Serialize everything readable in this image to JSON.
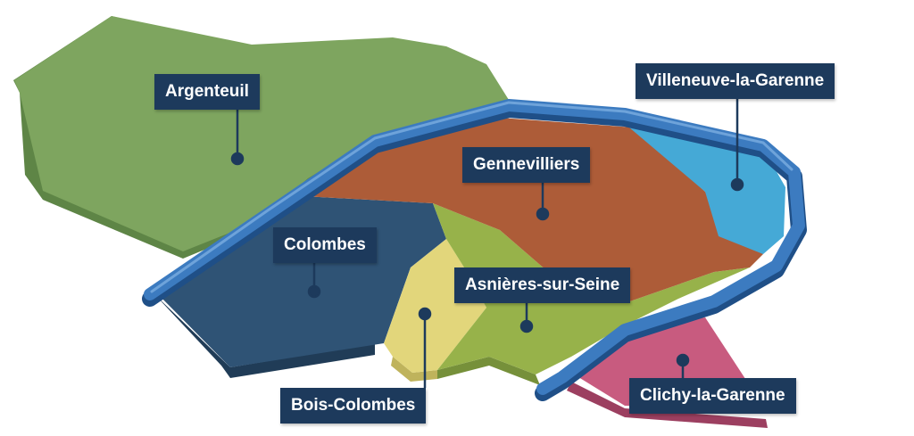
{
  "communes": [
    {
      "id": "argenteuil",
      "name": "Argenteuil",
      "color": "#7ea55f"
    },
    {
      "id": "gennevilliers",
      "name": "Gennevilliers",
      "color": "#ad5c38"
    },
    {
      "id": "villeneuve",
      "name": "Villeneuve-la-Garenne",
      "color": "#45a9d6"
    },
    {
      "id": "colombes",
      "name": "Colombes",
      "color": "#2f5375"
    },
    {
      "id": "asnieres",
      "name": "Asnières-sur-Seine",
      "color": "#97b24a"
    },
    {
      "id": "bois",
      "name": "Bois-Colombes",
      "color": "#e2d67b"
    },
    {
      "id": "clichy",
      "name": "Clichy-la-Garenne",
      "color": "#c85b7f"
    }
  ],
  "river": {
    "color": "#3c7bc0"
  },
  "label_style": {
    "background": "#1d3a5c",
    "text": "#ffffff",
    "marker": "#1d3a5c"
  }
}
